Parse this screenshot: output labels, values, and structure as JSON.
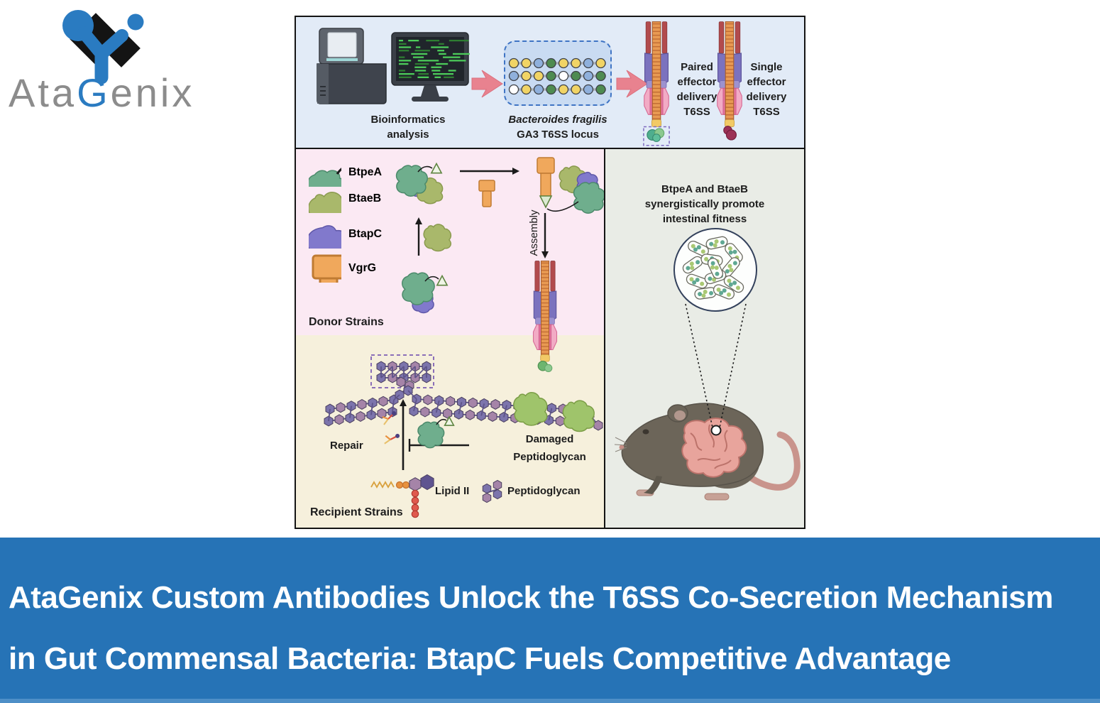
{
  "logo": {
    "prefix": "Ata",
    "accent": "G",
    "suffix": "enix",
    "blue": "#2A7BC1",
    "black": "#141414",
    "gray": "#8C8C8C"
  },
  "top_panel": {
    "bioinformatics_label": "Bioinformatics analysis",
    "locus_line1": "Bacteroides fragilis",
    "locus_line2": "GA3 T6SS locus",
    "paired_t6ss_label": "Paired effector delivery T6SS",
    "single_t6ss_label": "Single effector delivery T6SS",
    "locus_rows": [
      [
        "yellow",
        "yellow",
        "blue",
        "green",
        "yellow",
        "yellow",
        "blue",
        "yellow"
      ],
      [
        "blue",
        "yellow",
        "yellow",
        "green",
        "white",
        "green",
        "blue",
        "green"
      ],
      [
        "white",
        "yellow",
        "blue",
        "green",
        "yellow",
        "yellow",
        "blue",
        "green"
      ]
    ],
    "locus_colors": {
      "yellow": "#F1D465",
      "blue": "#8FB0DC",
      "green": "#4E8B51",
      "white": "#FFFFFF"
    }
  },
  "donor_panel": {
    "legend": [
      {
        "label": "BtpeA"
      },
      {
        "label": "BtaeB"
      },
      {
        "label": "BtapC"
      },
      {
        "label": "VgrG"
      }
    ],
    "assembly_label": "Assembly",
    "panel_label": "Donor Strains"
  },
  "recipient_panel": {
    "repair_label": "Repair",
    "damaged_label": "Damaged Peptidoglycan",
    "lipid2_label": "Lipid II",
    "peptidoglycan_label": "Peptidoglycan",
    "panel_label": "Recipient Strains"
  },
  "right_panel": {
    "caption_line1": "BtpeA and BtaeB",
    "caption_line2": "synergistically promote",
    "caption_line3": "intestinal fitness"
  },
  "banner": {
    "line1": "AtaGenix Custom Antibodies Unlock the T6SS Co-Secretion Mechanism",
    "line2": "in Gut Commensal Bacteria: BtapC Fuels Competitive Advantage",
    "bg": "#2673B6",
    "fg": "#FFFFFF"
  },
  "colors": {
    "panel_blue": "#E2EBF7",
    "panel_pink": "#FBE9F3",
    "panel_cream": "#F6F0DC",
    "panel_gray": "#E9ECE6"
  }
}
